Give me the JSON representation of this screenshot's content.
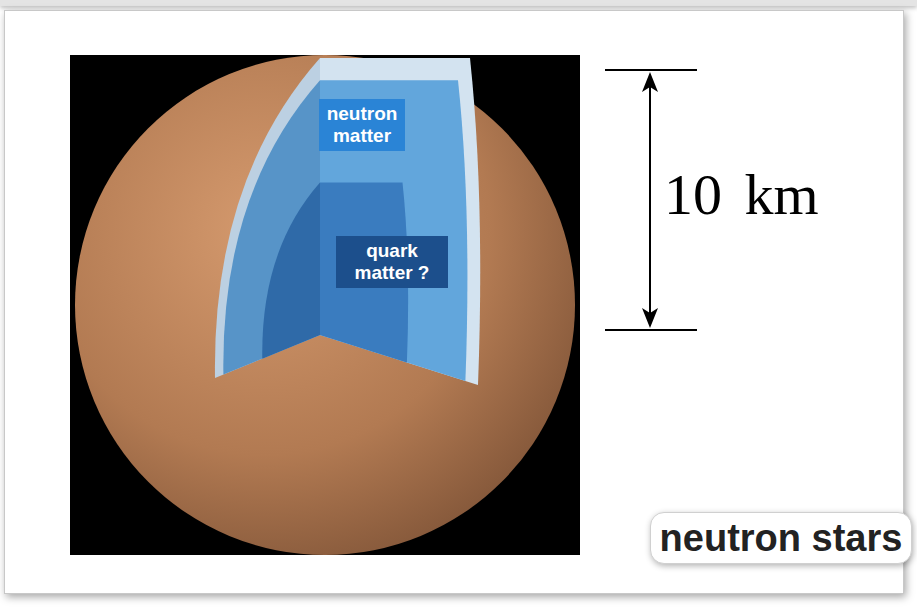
{
  "diagram": {
    "nodes": [
      {
        "text": [
          "neutron matter"
        ]
      },
      {
        "text": [
          "quark matter ?"
        ]
      },
      {
        "text": [
          "neutron stars"
        ]
      }
    ],
    "labels": [
      "10 km"
    ]
  }
}
